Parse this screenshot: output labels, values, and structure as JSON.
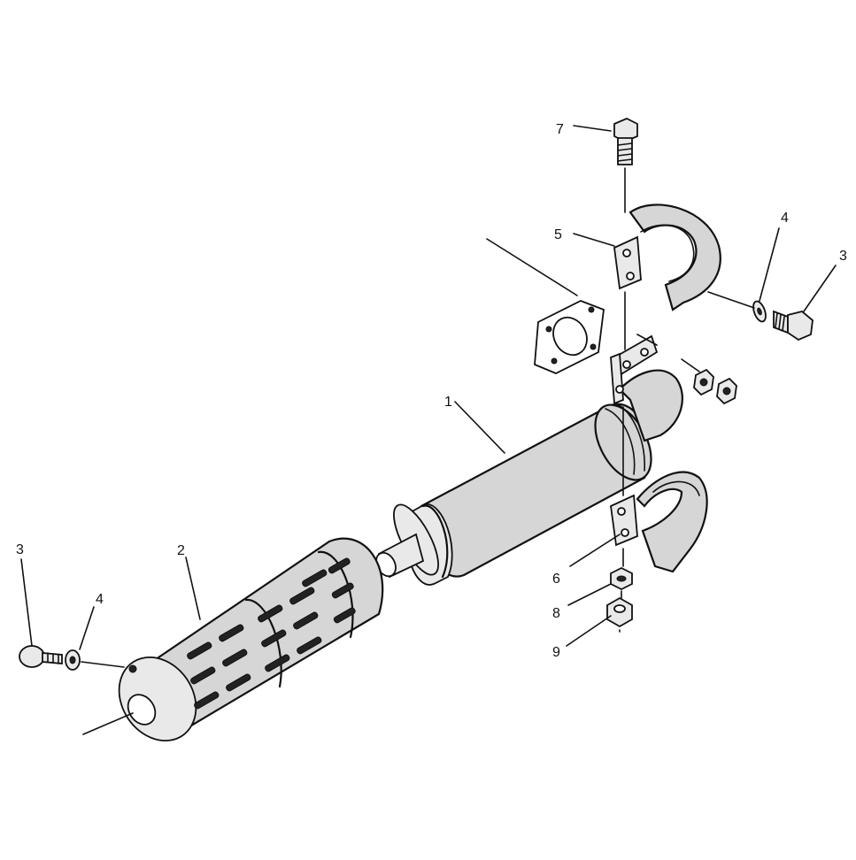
{
  "callouts": [
    {
      "id": "c-7",
      "text": "7"
    },
    {
      "id": "c-5",
      "text": "5"
    },
    {
      "id": "c-4a",
      "text": "4"
    },
    {
      "id": "c-3a",
      "text": "3"
    },
    {
      "id": "c-1",
      "text": "1"
    },
    {
      "id": "c-2",
      "text": "2"
    },
    {
      "id": "c-3b",
      "text": "3"
    },
    {
      "id": "c-4b",
      "text": "4"
    },
    {
      "id": "c-6",
      "text": "6"
    },
    {
      "id": "c-8",
      "text": "8"
    },
    {
      "id": "c-9",
      "text": "9"
    }
  ]
}
